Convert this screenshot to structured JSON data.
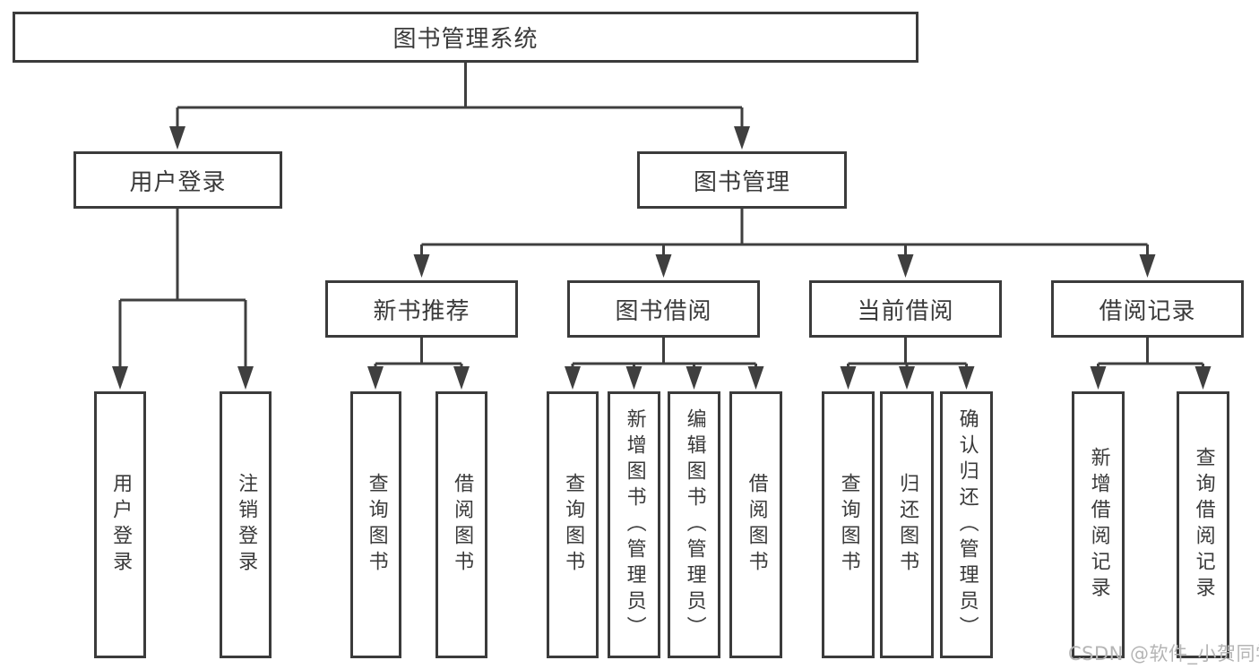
{
  "tree": {
    "root_label": "图书管理系统",
    "branches": [
      {
        "label": "用户登录",
        "children": [
          {
            "label": "用户登录"
          },
          {
            "label": "注销登录"
          }
        ]
      },
      {
        "label": "图书管理",
        "children": [
          {
            "label": "新书推荐",
            "children": [
              {
                "label": "查询图书"
              },
              {
                "label": "借阅图书"
              }
            ]
          },
          {
            "label": "图书借阅",
            "children": [
              {
                "label": "查询图书"
              },
              {
                "label": "新增图书（管理员）"
              },
              {
                "label": "编辑图书（管理员）"
              },
              {
                "label": "借阅图书"
              }
            ]
          },
          {
            "label": "当前借阅",
            "children": [
              {
                "label": "查询图书"
              },
              {
                "label": "归还图书"
              },
              {
                "label": "确认归还（管理员）"
              }
            ]
          },
          {
            "label": "借阅记录",
            "children": [
              {
                "label": "新增借阅记录"
              },
              {
                "label": "查询借阅记录"
              }
            ]
          }
        ]
      }
    ]
  },
  "watermark": {
    "text": "CSDN @软件_小贺同学",
    "color": "#b5b5b5"
  },
  "colors": {
    "line": "#3f3f3f",
    "box_border": "#3b3b3b",
    "box_fill": "#ffffff",
    "text": "#3a3a3a",
    "background": "#ffffff"
  }
}
